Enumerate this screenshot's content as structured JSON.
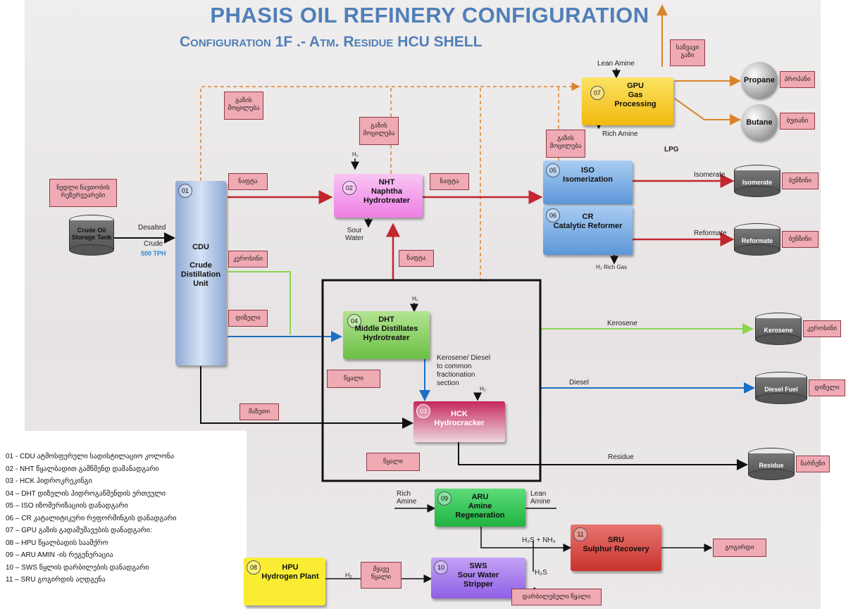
{
  "title": "PHASIS OIL REFINERY CONFIGURATION",
  "subtitle": "Configuration 1F .- Atm. Residue HCU SHELL",
  "units": {
    "cdu": {
      "num": "01",
      "name": "CDU\n\nCrude\nDistillation\nUnit"
    },
    "nht": {
      "num": "02",
      "name": "NHT\nNaphtha\nHydrotreater"
    },
    "hck": {
      "num": "03",
      "name": "HCK\nHydrocracker"
    },
    "dht": {
      "num": "04",
      "name": "DHT\nMiddle Distillates\nHydrotreater"
    },
    "iso": {
      "num": "05",
      "name": "ISO\nIsomerization"
    },
    "cr": {
      "num": "06",
      "name": "CR\nCatalytic Reformer"
    },
    "gpu": {
      "num": "07",
      "name": "GPU\nGas\nProcessing"
    },
    "hpu": {
      "num": "08",
      "name": "HPU\nHydrogen Plant"
    },
    "aru": {
      "num": "09",
      "name": "ARU\nAmine\nRegeneration"
    },
    "sws": {
      "num": "10",
      "name": "SWS\nSour Water\nStripper"
    },
    "sru": {
      "num": "11",
      "name": "SRU\nSulphur Recovery"
    }
  },
  "tanks": {
    "crude": "Crude Oil\nStorage Tank",
    "isomerate": "Isomerate",
    "reformate": "Reformate",
    "kerosene": "Kerosene",
    "diesel": "Diesel Fuel",
    "residue": "Residue"
  },
  "balls": {
    "propane": "Propane",
    "butane": "Butane"
  },
  "labels": {
    "desalted": "Desalted",
    "crude": "Crude",
    "tph": "500 TPH",
    "lean_amine_top": "Lean Amine",
    "rich_amine_top": "Rich Amine",
    "lpg": "LPG",
    "h2_nht": "H₂",
    "sour_water": "Sour\nWater",
    "isomerate": "Isomerate",
    "reformate": "Reformate",
    "h2_rich_gas": "H₂ Rich Gas",
    "h2_dht": "H₂",
    "kerosene": "Kerosene",
    "kd_note": "Kerosene/ Diesel\nto common\nfractionation\nsection",
    "h2_hck": "H₂",
    "diesel": "Diesel",
    "residue": "Residue",
    "rich_amine": "Rich\nAmine",
    "lean_amine": "Lean\nAmine",
    "h2s_nh3": "H₂S + NH₃",
    "h2_hpu": "H₂",
    "h2s": "H₂S"
  },
  "georgian": {
    "crude_tank": "ნედლი ნავთობის\nრეზერვუარები",
    "gas_release1": "გაზის\nმოცილება",
    "gas_release2": "გაზის\nმოცილება",
    "gas_release3": "გაზის\nმოცილება",
    "fuel_gas": "საწვავი\nგაზი",
    "propane": "პროპანი",
    "butane": "ბუთანი",
    "naphtha1": "ნაფტა",
    "naphtha2": "ნაფტა",
    "naphtha3": "ნაფტა",
    "kerosene_cdu": "კეროსინი",
    "diesel_cdu": "დიზელი",
    "benzine1": "ბენზინი",
    "benzine2": "ბენზინი",
    "kerosene_out": "კეროსინი",
    "diesel_out": "დიზელი",
    "residue_out": "ნარჩენი",
    "mazut": "მაზუთი",
    "water1": "წყალი",
    "water2": "წყალი",
    "sour_water": "მჟავე\nწყალი",
    "sulfur": "გოგირდი",
    "treated_water": "დარბილებული წყალი"
  },
  "legend": [
    "01 - CDU ატმოსფერული სადისტილაციო კოლონა",
    "02 -  NHT წყალბადით გამწმენდ დამანადგარი",
    "03 -  HCK ჰიდროკრეკინგი",
    "04 – DHT დიზელის ჰიდროგაწმენდის ერთეული",
    "05 – ISO იზომერიზაციის დანადგარი",
    "06 – CR კატალიტიკური რეფორმინგის  დანადგარი",
    "07 – GPU გაზის გადამუშავების დანადგარი:",
    "08 – HPU წყალბადის საამქრო",
    "09 – ARU  AMIN -ის რეგენერაცია",
    "10 – SWS წყლის დარბილების დანადგარი",
    "11 – SRU გოგირდის აღდგენა"
  ],
  "colors": {
    "title": "#4f7fb9",
    "cdu": "#b7c9e6",
    "nht": "#f5a2ee",
    "dht": "#8fd46a",
    "hck": "#b4194f",
    "iso_cr": "#6fa6e0",
    "gpu": "#f7cf1f",
    "hpu": "#f9ec33",
    "aru": "#2ec852",
    "sws": "#a97ff0",
    "sru": "#e0504a",
    "stream_red": "#c1272d",
    "stream_blue": "#1c6fc4",
    "stream_green": "#8cd44d",
    "stream_orange": "#d9842b",
    "georgian_label": "#f0aab4"
  }
}
